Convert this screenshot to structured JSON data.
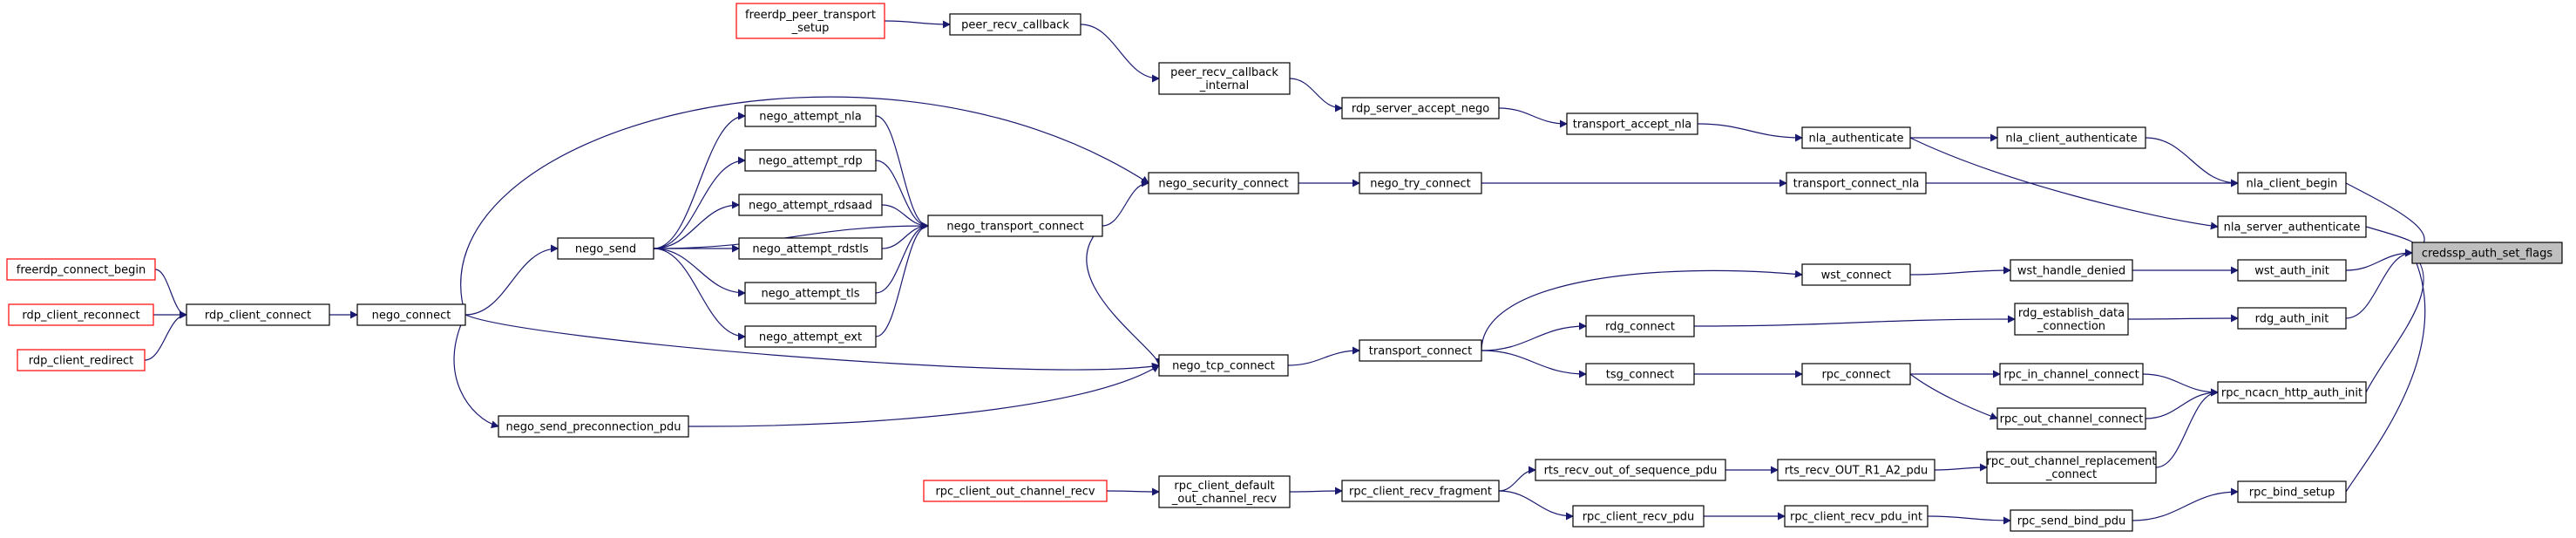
{
  "diagram": {
    "colors": {
      "edge": "#191970",
      "node_border": "#000000",
      "node_border_truncated": "#ff0000",
      "node_fill": "#ffffff",
      "root_fill": "#bfbfbf"
    },
    "nodes": [
      {
        "id": "credssp_auth_set_flags",
        "lines": [
          "credssp_auth_set_flags"
        ],
        "root": true
      },
      {
        "id": "nla_client_begin",
        "lines": [
          "nla_client_begin"
        ]
      },
      {
        "id": "nla_server_authenticate",
        "lines": [
          "nla_server_authenticate"
        ]
      },
      {
        "id": "wst_auth_init",
        "lines": [
          "wst_auth_init"
        ]
      },
      {
        "id": "rdg_auth_init",
        "lines": [
          "rdg_auth_init"
        ]
      },
      {
        "id": "rpc_ncacn_http_auth_init",
        "lines": [
          "rpc_ncacn_http_auth_init"
        ]
      },
      {
        "id": "rpc_bind_setup",
        "lines": [
          "rpc_bind_setup"
        ]
      },
      {
        "id": "nla_client_authenticate",
        "lines": [
          "nla_client_authenticate"
        ]
      },
      {
        "id": "wst_handle_denied",
        "lines": [
          "wst_handle_denied"
        ]
      },
      {
        "id": "rdg_establish_data_connection",
        "lines": [
          "rdg_establish_data",
          "_connection"
        ]
      },
      {
        "id": "rpc_in_channel_connect",
        "lines": [
          "rpc_in_channel_connect"
        ]
      },
      {
        "id": "rpc_out_channel_connect",
        "lines": [
          "rpc_out_channel_connect"
        ]
      },
      {
        "id": "rpc_out_channel_replacement_connect",
        "lines": [
          "rpc_out_channel_replacement",
          "_connect"
        ]
      },
      {
        "id": "rpc_send_bind_pdu",
        "lines": [
          "rpc_send_bind_pdu"
        ]
      },
      {
        "id": "nla_authenticate",
        "lines": [
          "nla_authenticate"
        ]
      },
      {
        "id": "transport_connect_nla",
        "lines": [
          "transport_connect_nla"
        ]
      },
      {
        "id": "wst_connect",
        "lines": [
          "wst_connect"
        ]
      },
      {
        "id": "rpc_connect",
        "lines": [
          "rpc_connect"
        ]
      },
      {
        "id": "rts_recv_OUT_R1_A2_pdu",
        "lines": [
          "rts_recv_OUT_R1_A2_pdu"
        ]
      },
      {
        "id": "rpc_client_recv_pdu_int",
        "lines": [
          "rpc_client_recv_pdu_int"
        ]
      },
      {
        "id": "transport_accept_nla",
        "lines": [
          "transport_accept_nla"
        ]
      },
      {
        "id": "nego_try_connect",
        "lines": [
          "nego_try_connect"
        ]
      },
      {
        "id": "rdg_connect",
        "lines": [
          "rdg_connect"
        ]
      },
      {
        "id": "tsg_connect",
        "lines": [
          "tsg_connect"
        ]
      },
      {
        "id": "rts_recv_out_of_sequence_pdu",
        "lines": [
          "rts_recv_out_of_sequence_pdu"
        ]
      },
      {
        "id": "rpc_client_recv_pdu",
        "lines": [
          "rpc_client_recv_pdu"
        ]
      },
      {
        "id": "rdp_server_accept_nego",
        "lines": [
          "rdp_server_accept_nego"
        ]
      },
      {
        "id": "transport_connect",
        "lines": [
          "transport_connect"
        ]
      },
      {
        "id": "rpc_client_recv_fragment",
        "lines": [
          "rpc_client_recv_fragment"
        ]
      },
      {
        "id": "peer_recv_callback_internal",
        "lines": [
          "peer_recv_callback",
          "_internal"
        ]
      },
      {
        "id": "nego_security_connect",
        "lines": [
          "nego_security_connect"
        ]
      },
      {
        "id": "nego_tcp_connect",
        "lines": [
          "nego_tcp_connect"
        ]
      },
      {
        "id": "rpc_client_default_out_channel_recv",
        "lines": [
          "rpc_client_default",
          "_out_channel_recv"
        ]
      },
      {
        "id": "peer_recv_callback",
        "lines": [
          "peer_recv_callback"
        ]
      },
      {
        "id": "nego_transport_connect",
        "lines": [
          "nego_transport_connect"
        ]
      },
      {
        "id": "rpc_client_out_channel_recv",
        "lines": [
          "rpc_client_out_channel_recv"
        ],
        "truncated": true
      },
      {
        "id": "freerdp_peer_transport_setup",
        "lines": [
          "freerdp_peer_transport",
          "_setup"
        ],
        "truncated": true
      },
      {
        "id": "nego_attempt_nla",
        "lines": [
          "nego_attempt_nla"
        ]
      },
      {
        "id": "nego_attempt_rdp",
        "lines": [
          "nego_attempt_rdp"
        ]
      },
      {
        "id": "nego_attempt_rdsaad",
        "lines": [
          "nego_attempt_rdsaad"
        ]
      },
      {
        "id": "nego_attempt_rdstls",
        "lines": [
          "nego_attempt_rdstls"
        ]
      },
      {
        "id": "nego_attempt_tls",
        "lines": [
          "nego_attempt_tls"
        ]
      },
      {
        "id": "nego_attempt_ext",
        "lines": [
          "nego_attempt_ext"
        ]
      },
      {
        "id": "nego_send",
        "lines": [
          "nego_send"
        ]
      },
      {
        "id": "nego_connect",
        "lines": [
          "nego_connect"
        ]
      },
      {
        "id": "nego_send_preconnection_pdu",
        "lines": [
          "nego_send_preconnection_pdu"
        ]
      },
      {
        "id": "rdp_client_connect",
        "lines": [
          "rdp_client_connect"
        ]
      },
      {
        "id": "freerdp_connect_begin",
        "lines": [
          "freerdp_connect_begin"
        ],
        "truncated": true
      },
      {
        "id": "rdp_client_reconnect",
        "lines": [
          "rdp_client_reconnect"
        ],
        "truncated": true
      },
      {
        "id": "rdp_client_redirect",
        "lines": [
          "rdp_client_redirect"
        ],
        "truncated": true
      }
    ],
    "edges": [
      {
        "from": "nla_client_begin",
        "to": "credssp_auth_set_flags"
      },
      {
        "from": "nla_server_authenticate",
        "to": "credssp_auth_set_flags"
      },
      {
        "from": "wst_auth_init",
        "to": "credssp_auth_set_flags"
      },
      {
        "from": "rdg_auth_init",
        "to": "credssp_auth_set_flags"
      },
      {
        "from": "rpc_ncacn_http_auth_init",
        "to": "credssp_auth_set_flags"
      },
      {
        "from": "rpc_bind_setup",
        "to": "credssp_auth_set_flags"
      },
      {
        "from": "nla_client_authenticate",
        "to": "nla_client_begin"
      },
      {
        "from": "transport_connect_nla",
        "to": "nla_client_begin"
      },
      {
        "from": "nla_authenticate",
        "to": "nla_client_authenticate"
      },
      {
        "from": "transport_accept_nla",
        "to": "nla_authenticate"
      },
      {
        "from": "nla_authenticate",
        "to": "nla_server_authenticate"
      },
      {
        "from": "rdp_server_accept_nego",
        "to": "transport_accept_nla"
      },
      {
        "from": "peer_recv_callback_internal",
        "to": "rdp_server_accept_nego"
      },
      {
        "from": "peer_recv_callback",
        "to": "peer_recv_callback_internal"
      },
      {
        "from": "freerdp_peer_transport_setup",
        "to": "peer_recv_callback"
      },
      {
        "from": "nego_try_connect",
        "to": "transport_connect_nla"
      },
      {
        "from": "nego_security_connect",
        "to": "nego_try_connect"
      },
      {
        "from": "nego_transport_connect",
        "to": "nego_security_connect"
      },
      {
        "from": "nego_connect",
        "to": "nego_security_connect"
      },
      {
        "from": "wst_handle_denied",
        "to": "wst_auth_init"
      },
      {
        "from": "wst_connect",
        "to": "wst_handle_denied"
      },
      {
        "from": "transport_connect",
        "to": "wst_connect"
      },
      {
        "from": "rdg_establish_data_connection",
        "to": "rdg_auth_init"
      },
      {
        "from": "rdg_connect",
        "to": "rdg_establish_data_connection"
      },
      {
        "from": "transport_connect",
        "to": "rdg_connect"
      },
      {
        "from": "nego_tcp_connect",
        "to": "transport_connect"
      },
      {
        "from": "rpc_in_channel_connect",
        "to": "rpc_ncacn_http_auth_init"
      },
      {
        "from": "rpc_out_channel_connect",
        "to": "rpc_ncacn_http_auth_init"
      },
      {
        "from": "rpc_out_channel_replacement_connect",
        "to": "rpc_ncacn_http_auth_init"
      },
      {
        "from": "rpc_connect",
        "to": "rpc_in_channel_connect"
      },
      {
        "from": "rpc_connect",
        "to": "rpc_out_channel_connect"
      },
      {
        "from": "tsg_connect",
        "to": "rpc_connect"
      },
      {
        "from": "transport_connect",
        "to": "tsg_connect"
      },
      {
        "from": "rts_recv_OUT_R1_A2_pdu",
        "to": "rpc_out_channel_replacement_connect"
      },
      {
        "from": "rts_recv_out_of_sequence_pdu",
        "to": "rts_recv_OUT_R1_A2_pdu"
      },
      {
        "from": "rpc_client_recv_fragment",
        "to": "rts_recv_out_of_sequence_pdu"
      },
      {
        "from": "rpc_send_bind_pdu",
        "to": "rpc_bind_setup"
      },
      {
        "from": "rpc_client_recv_pdu_int",
        "to": "rpc_send_bind_pdu"
      },
      {
        "from": "rpc_client_recv_pdu",
        "to": "rpc_client_recv_pdu_int"
      },
      {
        "from": "rpc_client_recv_fragment",
        "to": "rpc_client_recv_pdu"
      },
      {
        "from": "rpc_client_default_out_channel_recv",
        "to": "rpc_client_recv_fragment"
      },
      {
        "from": "rpc_client_out_channel_recv",
        "to": "rpc_client_default_out_channel_recv"
      },
      {
        "from": "nego_attempt_nla",
        "to": "nego_transport_connect"
      },
      {
        "from": "nego_attempt_rdp",
        "to": "nego_transport_connect"
      },
      {
        "from": "nego_attempt_rdsaad",
        "to": "nego_transport_connect"
      },
      {
        "from": "nego_attempt_rdstls",
        "to": "nego_transport_connect"
      },
      {
        "from": "nego_attempt_tls",
        "to": "nego_transport_connect"
      },
      {
        "from": "nego_attempt_ext",
        "to": "nego_transport_connect"
      },
      {
        "from": "nego_send",
        "to": "nego_transport_connect"
      },
      {
        "from": "nego_transport_connect",
        "to": "nego_tcp_connect"
      },
      {
        "from": "nego_connect",
        "to": "nego_tcp_connect"
      },
      {
        "from": "nego_send_preconnection_pdu",
        "to": "nego_tcp_connect"
      },
      {
        "from": "nego_send",
        "to": "nego_attempt_nla"
      },
      {
        "from": "nego_send",
        "to": "nego_attempt_rdp"
      },
      {
        "from": "nego_send",
        "to": "nego_attempt_rdsaad"
      },
      {
        "from": "nego_send",
        "to": "nego_attempt_rdstls"
      },
      {
        "from": "nego_send",
        "to": "nego_attempt_tls"
      },
      {
        "from": "nego_send",
        "to": "nego_attempt_ext"
      },
      {
        "from": "nego_connect",
        "to": "nego_send"
      },
      {
        "from": "nego_connect",
        "to": "nego_send_preconnection_pdu"
      },
      {
        "from": "rdp_client_connect",
        "to": "nego_connect"
      },
      {
        "from": "freerdp_connect_begin",
        "to": "rdp_client_connect"
      },
      {
        "from": "rdp_client_reconnect",
        "to": "rdp_client_connect"
      },
      {
        "from": "rdp_client_redirect",
        "to": "rdp_client_connect"
      }
    ]
  }
}
